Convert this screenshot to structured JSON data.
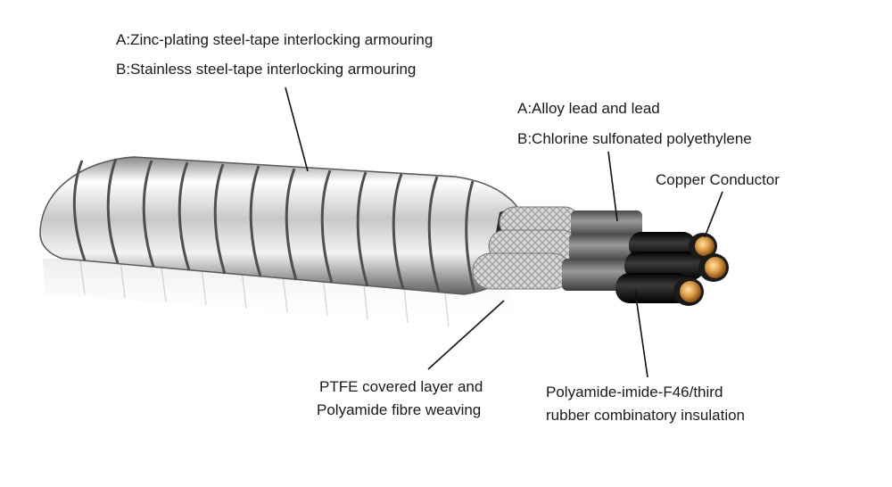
{
  "labels": {
    "armour_a": "A:Zinc-plating steel-tape interlocking armouring",
    "armour_b": "B:Stainless steel-tape interlocking armouring",
    "lead_a": "A:Alloy lead and lead",
    "lead_b": "B:Chlorine sulfonated polyethylene",
    "conductor": "Copper Conductor",
    "ptfe_1": "PTFE covered layer and",
    "ptfe_2": "Polyamide fibre weaving",
    "insul_1": "Polyamide-imide-F46/third",
    "insul_2": "rubber combinatory insulation"
  },
  "colors": {
    "steel_light": "#f4f4f4",
    "steel_dark": "#6d6d6d",
    "braid": "#c9c9c9",
    "lead_sheath": "#7a7a7a",
    "insulation": "#111111",
    "copper": "#d4913a"
  }
}
